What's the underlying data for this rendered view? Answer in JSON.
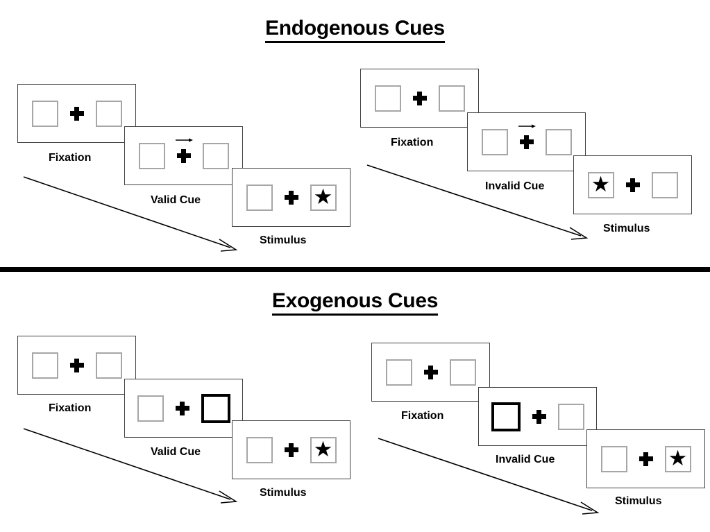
{
  "figure": {
    "title_endogenous": "Endogenous Cues",
    "title_exogenous": "Exogenous Cues",
    "divider_color": "#000000",
    "box_border_color": "#a6a6a6",
    "cued_box_border_color": "#000000",
    "card_border_color": "#3f3f3f",
    "star_glyph": "★"
  },
  "sections": [
    {
      "id": "endogenous",
      "title": "Endogenous Cues",
      "columns": [
        {
          "id": "endogenous-valid",
          "cue_type": "valid",
          "steps": [
            {
              "label": "Fixation",
              "left_box": "empty",
              "right_box": "empty",
              "cue": "none",
              "cue_direction": ""
            },
            {
              "label": "Valid Cue",
              "left_box": "empty",
              "right_box": "empty",
              "cue": "arrow",
              "cue_direction": "right"
            },
            {
              "label": "Stimulus",
              "left_box": "empty",
              "right_box": "star",
              "cue": "none",
              "cue_direction": ""
            }
          ]
        },
        {
          "id": "endogenous-invalid",
          "cue_type": "invalid",
          "steps": [
            {
              "label": "Fixation",
              "left_box": "empty",
              "right_box": "empty",
              "cue": "none",
              "cue_direction": ""
            },
            {
              "label": "Invalid Cue",
              "left_box": "empty",
              "right_box": "empty",
              "cue": "arrow",
              "cue_direction": "right"
            },
            {
              "label": "Stimulus",
              "left_box": "star",
              "right_box": "empty",
              "cue": "none",
              "cue_direction": ""
            }
          ]
        }
      ]
    },
    {
      "id": "exogenous",
      "title": "Exogenous Cues",
      "columns": [
        {
          "id": "exogenous-valid",
          "cue_type": "valid",
          "steps": [
            {
              "label": "Fixation",
              "left_box": "empty",
              "right_box": "empty",
              "cue": "none",
              "cue_direction": ""
            },
            {
              "label": "Valid Cue",
              "left_box": "empty",
              "right_box": "cued",
              "cue": "box-flash",
              "cue_direction": "right"
            },
            {
              "label": "Stimulus",
              "left_box": "empty",
              "right_box": "star",
              "cue": "none",
              "cue_direction": ""
            }
          ]
        },
        {
          "id": "exogenous-invalid",
          "cue_type": "invalid",
          "steps": [
            {
              "label": "Fixation",
              "left_box": "empty",
              "right_box": "empty",
              "cue": "none",
              "cue_direction": ""
            },
            {
              "label": "Invalid Cue",
              "left_box": "cued",
              "right_box": "empty",
              "cue": "box-flash",
              "cue_direction": "left"
            },
            {
              "label": "Stimulus",
              "left_box": "empty",
              "right_box": "star",
              "cue": "none",
              "cue_direction": ""
            }
          ]
        }
      ]
    }
  ]
}
